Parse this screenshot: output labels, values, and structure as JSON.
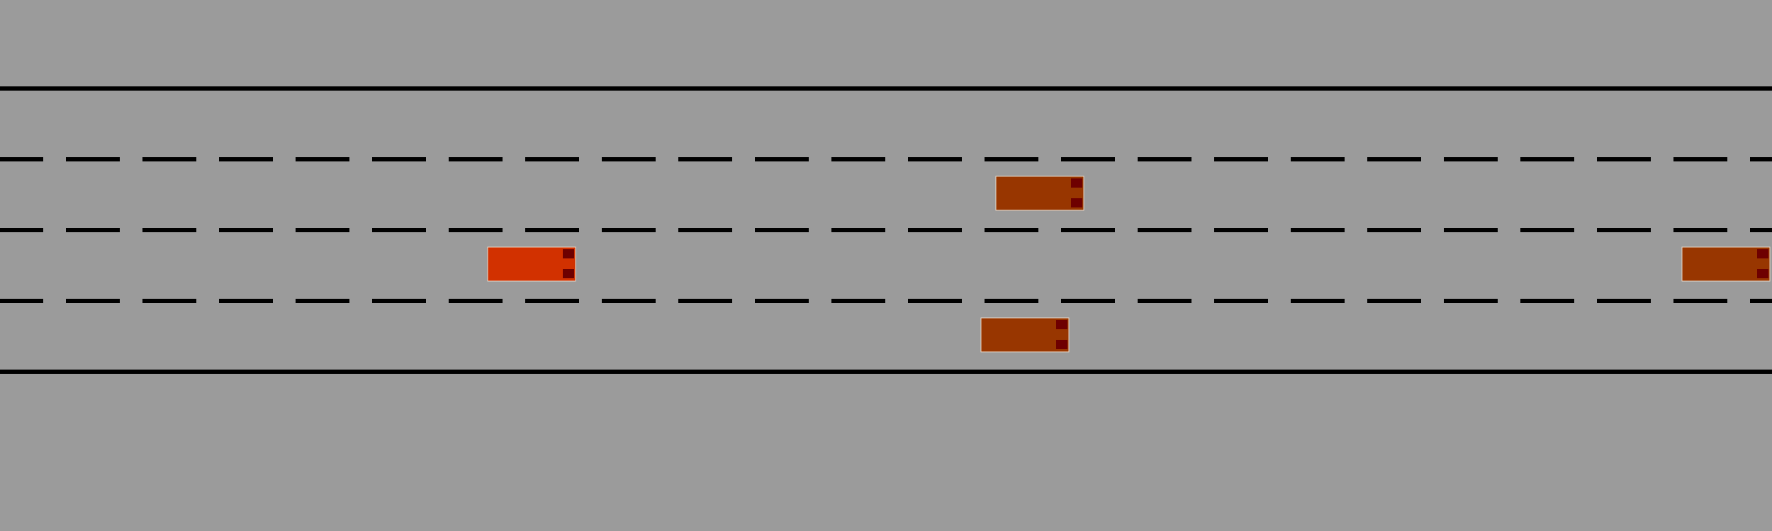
{
  "scene": {
    "type": "highway-driving-simulation",
    "colors": {
      "background": "#9b9b9b",
      "road_edge_line": "#000000",
      "lane_divider": "#000000",
      "ego_vehicle": "#d23100",
      "other_vehicle": "#983600",
      "vehicle_outline": "#e8d8c8",
      "vehicle_light": "#6e0000"
    },
    "road": {
      "lane_count": 4,
      "edge_lines": "solid",
      "lane_dividers": "dashed"
    },
    "vehicles": [
      {
        "role": "ego",
        "lane": 2,
        "heading": "right"
      },
      {
        "role": "traffic",
        "lane": 1,
        "heading": "right"
      },
      {
        "role": "traffic",
        "lane": 3,
        "heading": "right"
      },
      {
        "role": "traffic",
        "lane": 2,
        "heading": "right"
      }
    ]
  }
}
